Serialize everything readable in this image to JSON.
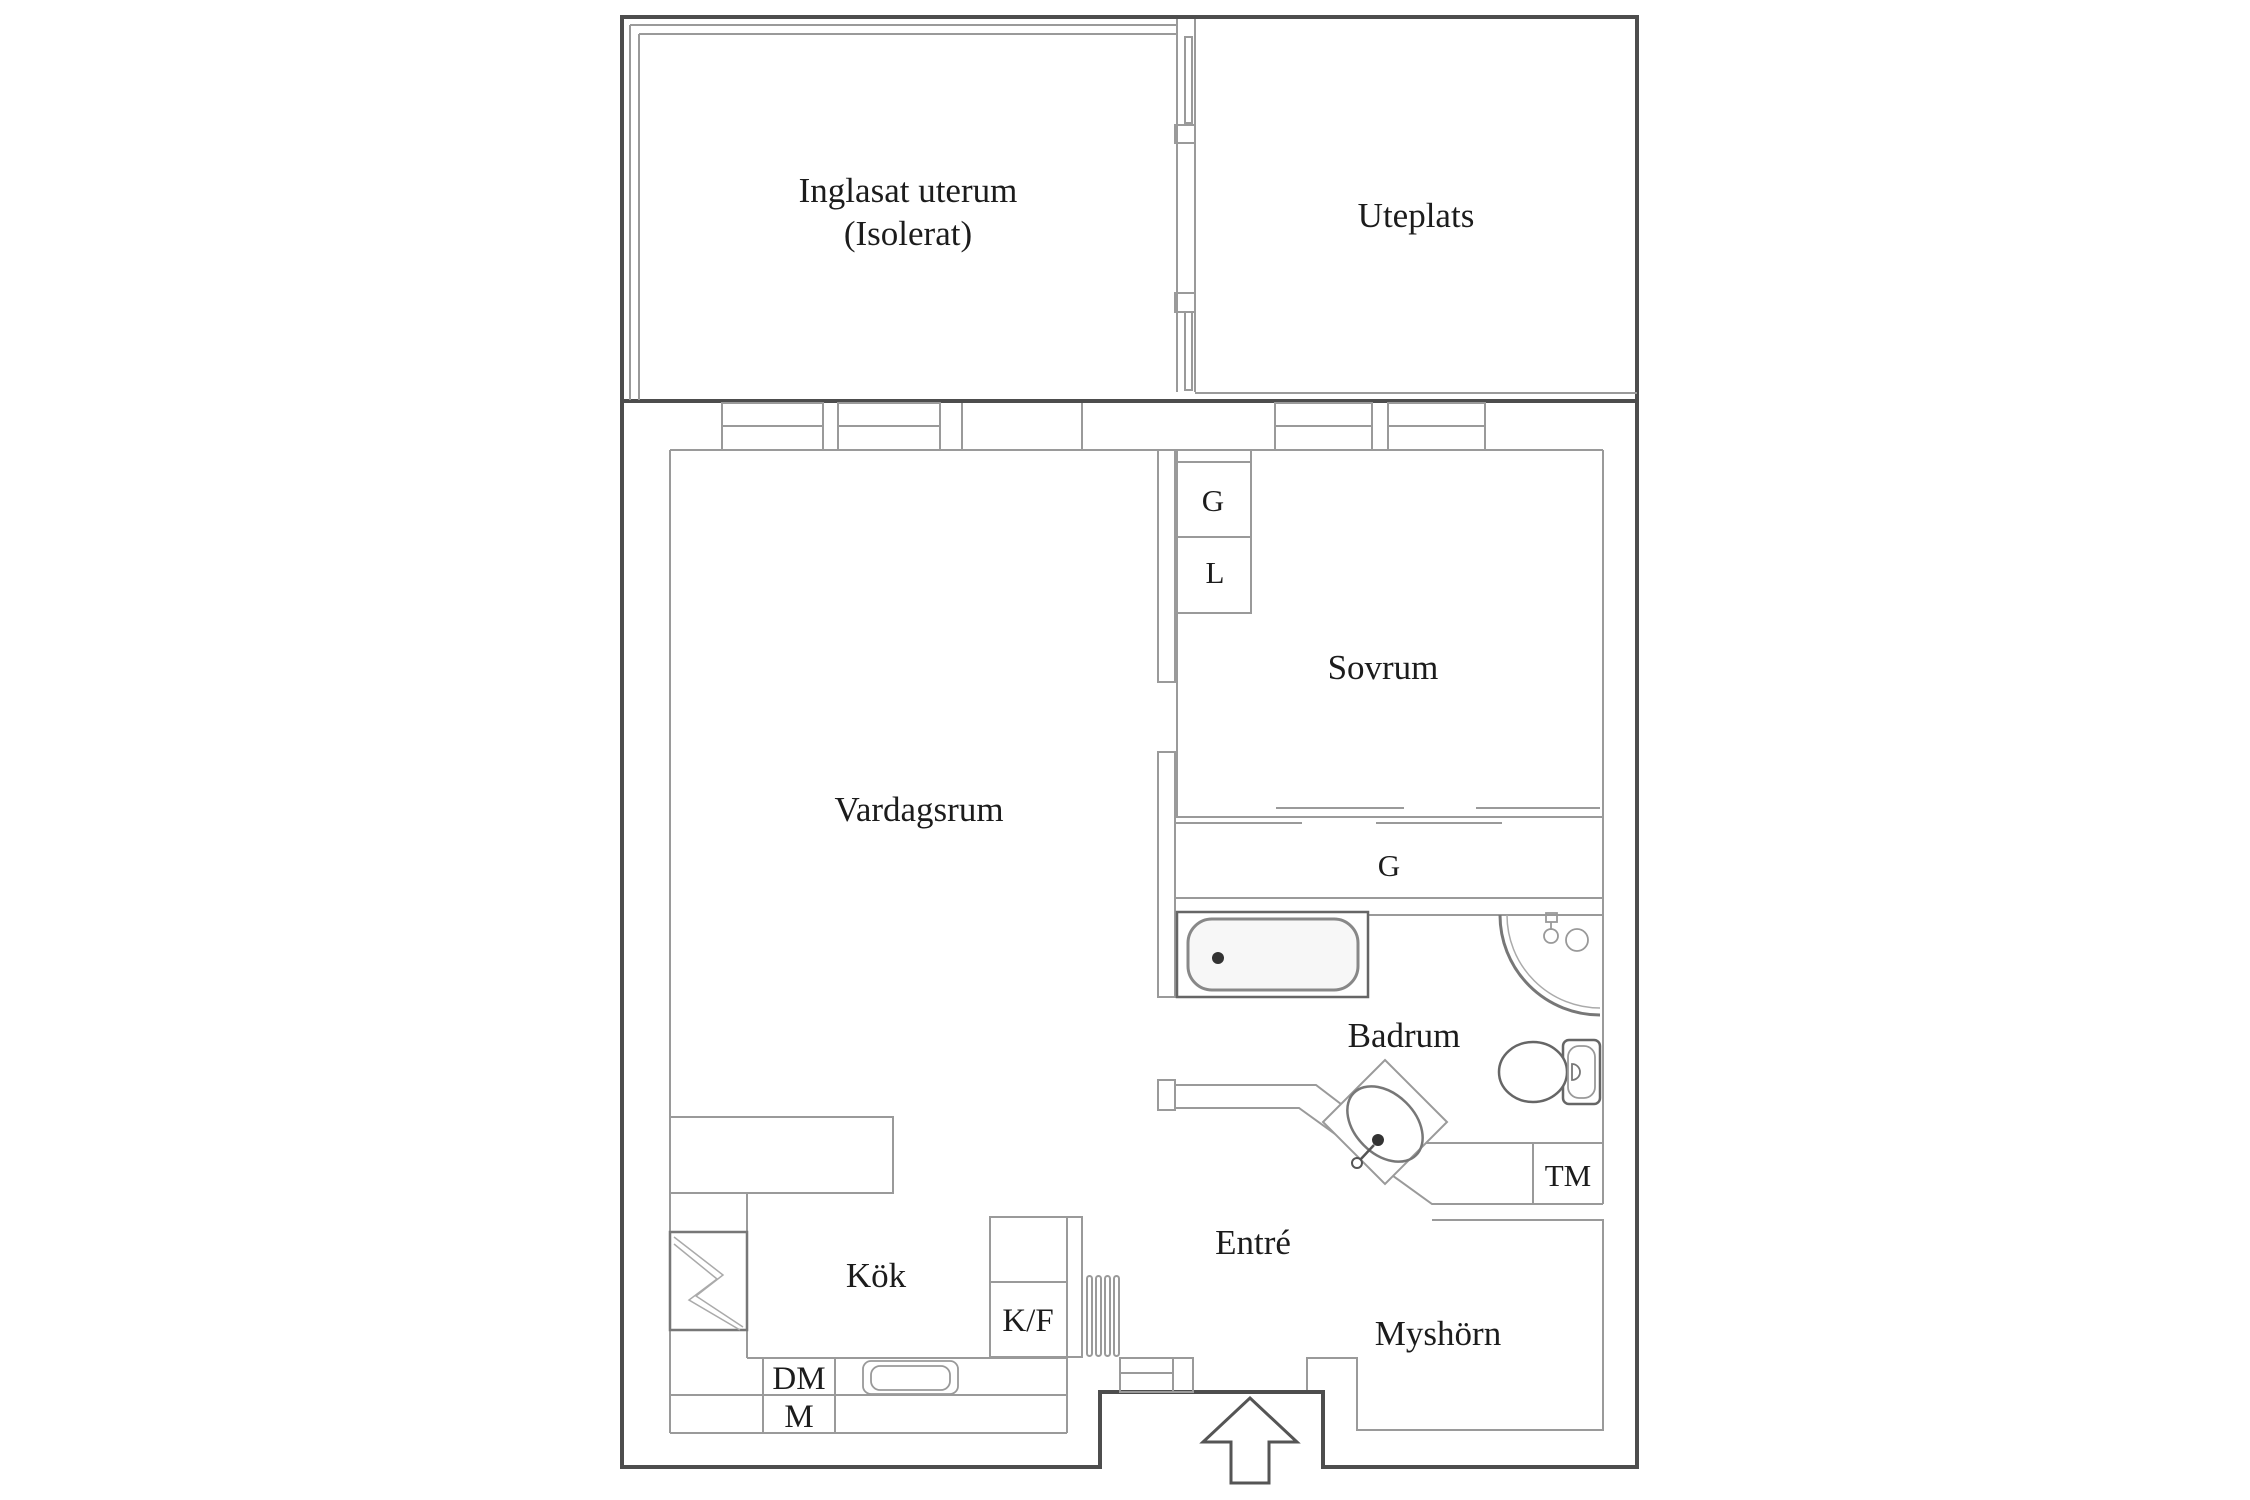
{
  "plan": {
    "type": "apartment-floor-plan",
    "background": "#ffffff"
  },
  "labels": {
    "uterum_line1": "Inglasat uterum",
    "uterum_line2": "(Isolerat)",
    "uteplats": "Uteplats",
    "sovrum": "Sovrum",
    "vardagsrum": "Vardagsrum",
    "badrum": "Badrum",
    "entre": "Entré",
    "myshorn": "Myshörn",
    "kok": "Kök",
    "closet_g": "G",
    "closet_l": "L",
    "wardrobe_g": "G",
    "tm": "TM",
    "kf": "K/F",
    "dm": "DM",
    "m": "M"
  },
  "fixtures": [
    "bathtub-icon",
    "toilet-icon",
    "corner-shower-icon",
    "washbasin-icon",
    "kitchen-sink-icon",
    "stove-icon",
    "dish-rack-icon",
    "entrance-arrow-icon"
  ],
  "colors": {
    "wall_dark": "#4d4d4d",
    "wall_mid": "#777777",
    "line_light": "#9a9a9a",
    "text": "#1c1c1c",
    "background": "#ffffff"
  }
}
